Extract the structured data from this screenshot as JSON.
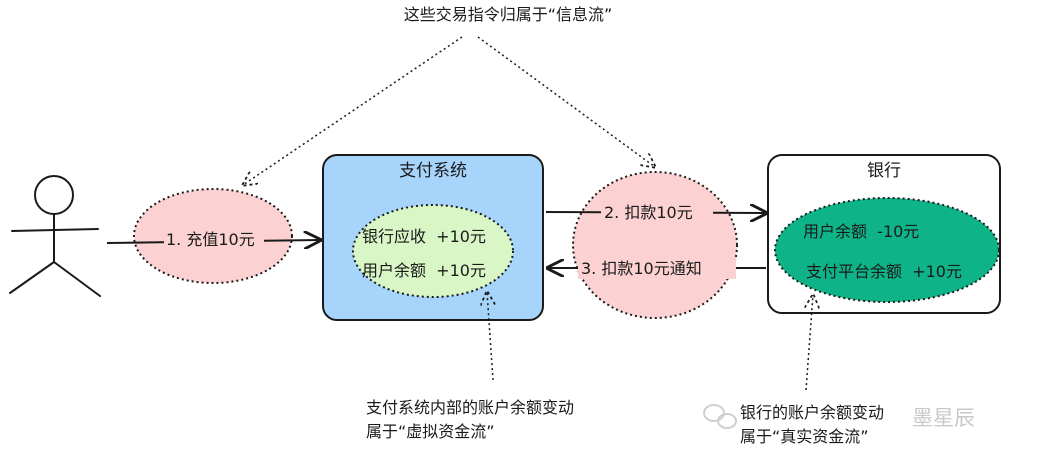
{
  "diagram": {
    "top_note": "这些交易指令归属于“信息流”",
    "payment_system": {
      "title": "支付系统",
      "line1": "银行应收  +10元",
      "line2": "用户余额  +10元"
    },
    "bank": {
      "title": "银行",
      "line1": "用户余额  -10元",
      "line2": "支付平台余额  +10元"
    },
    "steps": {
      "step1": "1. 充值10元",
      "step2": "2. 扣款10元",
      "step3": "3. 扣款10元通知"
    },
    "bottom_left_note": {
      "line1": "支付系统内部的账户余额变动",
      "line2": "属于“虚拟资金流”"
    },
    "bottom_right_note": {
      "line1": "银行的账户余额变动",
      "line2": "属于“真实资金流”"
    },
    "watermark": "墨星辰"
  },
  "colors": {
    "payment_box_fill": "#a6d4fb",
    "pink_bubble": "#fbd1d1",
    "green_bubble": "#d9f7c6",
    "bank_bubble": "#0eb388",
    "stroke": "#1a1a1a"
  }
}
